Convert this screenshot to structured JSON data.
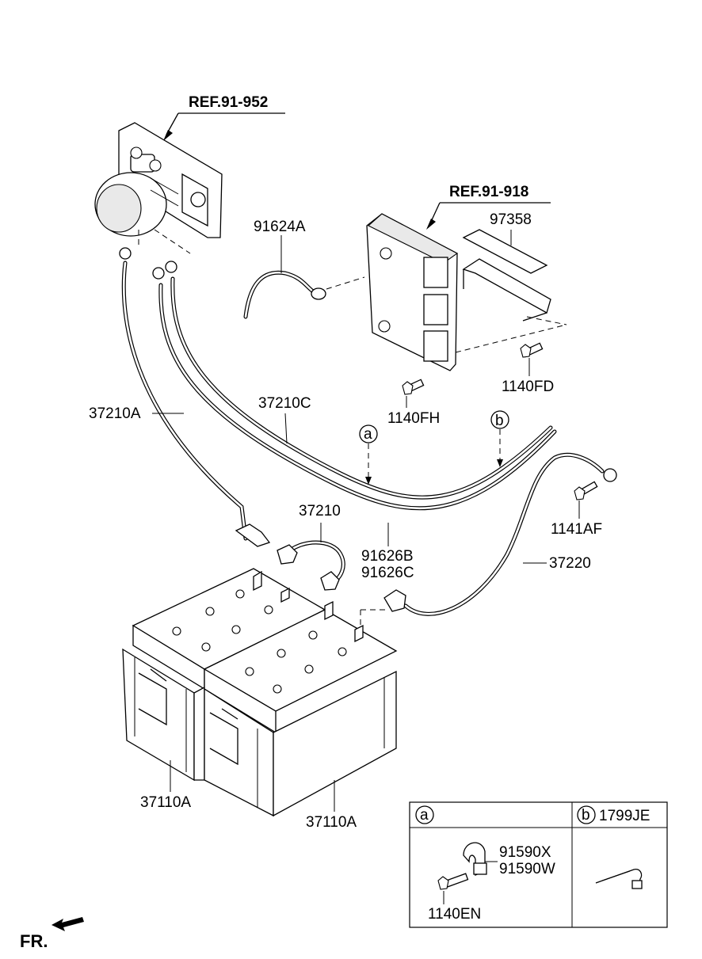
{
  "references": {
    "ref1": "REF.91-952",
    "ref2": "REF.91-918"
  },
  "part_labels": {
    "p91624A": "91624A",
    "p97358": "97358",
    "p1140FD": "1140FD",
    "p1140FH": "1140FH",
    "p37210A": "37210A",
    "p37210C": "37210C",
    "p37210": "37210",
    "p91626B": "91626B",
    "p91626C": "91626C",
    "p1141AF": "1141AF",
    "p37220": "37220",
    "p37110A_left": "37110A",
    "p37110A_right": "37110A"
  },
  "callouts": {
    "a": "a",
    "b": "b"
  },
  "legend_table": {
    "col_a_letter": "a",
    "col_b_letter": "b",
    "col_b_part": "1799JE",
    "a_part1": "91590X",
    "a_part2": "91590W",
    "a_part3": "1140EN"
  },
  "direction_label": "FR."
}
